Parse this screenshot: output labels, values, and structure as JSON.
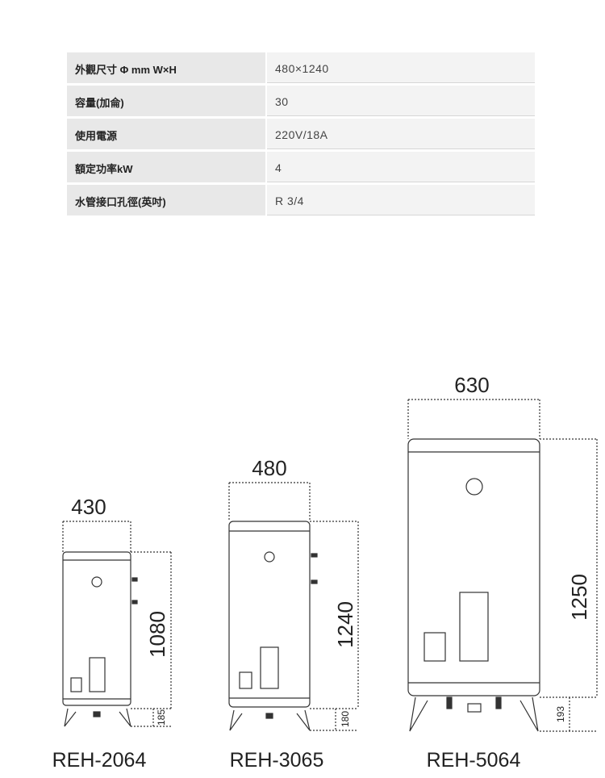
{
  "specs": [
    {
      "label": "外觀尺寸 Φ mm W×H",
      "value": "480×1240"
    },
    {
      "label": "容量(加侖)",
      "value": "30"
    },
    {
      "label": "使用電源",
      "value": "220V/18A"
    },
    {
      "label": "額定功率kW",
      "value": "4"
    },
    {
      "label": "水管接口孔徑(英吋)",
      "value": "R 3/4"
    }
  ],
  "models": [
    {
      "name": "REH-2064",
      "width": "430",
      "height": "1080",
      "leg": "185"
    },
    {
      "name": "REH-3065",
      "width": "480",
      "height": "1240",
      "leg": "180"
    },
    {
      "name": "REH-5064",
      "width": "630",
      "height": "1250",
      "leg": "193"
    }
  ]
}
